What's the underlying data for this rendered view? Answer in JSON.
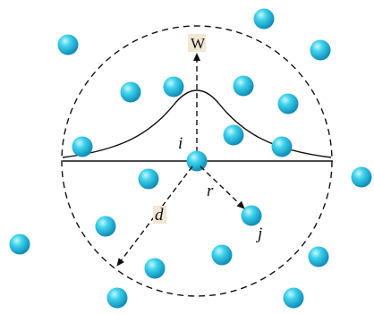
{
  "labels": {
    "weight": "W",
    "center_particle": "i",
    "neighbor_particle": "j",
    "distance": "r",
    "radius": "d"
  },
  "colors": {
    "particle_light": "#bdf4fb",
    "particle_mid": "#37d0ea",
    "particle_dark": "#0a88b4",
    "label_background": "#f2e6d4",
    "stroke": "#111111"
  },
  "icons": {
    "particle": "sphere-icon"
  }
}
